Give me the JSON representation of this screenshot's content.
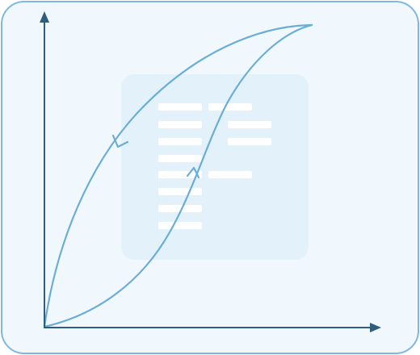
{
  "figure": {
    "colors": {
      "panel_fill": "#f1f8fd",
      "panel_border": "#7fb8de",
      "axis": "#2f5d7c",
      "curve": "#6aaed6",
      "watermark_fill": "#e3f1fb",
      "watermark_bars": "#ffffff"
    },
    "axes": {
      "x_axis_icon": "arrow-right-icon",
      "y_axis_icon": "arrow-up-icon"
    },
    "curves": [
      {
        "name": "upper-branch",
        "direction": "leftward-down",
        "arrow_icon": "chevron-left-down-icon"
      },
      {
        "name": "lower-branch",
        "direction": "rightward-up",
        "arrow_icon": "chevron-up-icon"
      }
    ],
    "watermark": {
      "icon": "document-icon",
      "left_column_bars": 8,
      "right_column_bars": 4
    }
  }
}
